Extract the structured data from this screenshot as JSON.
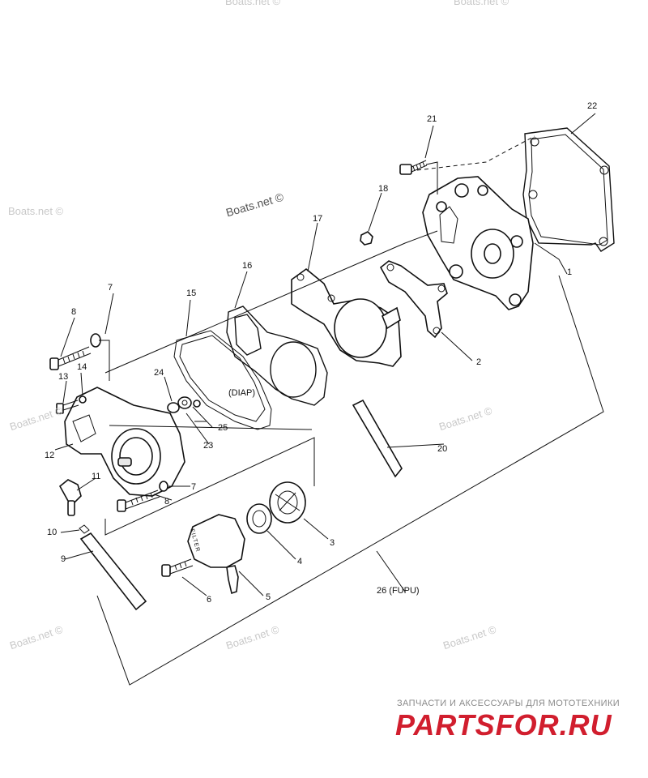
{
  "watermarks": [
    "Boats.net ©",
    "Boats.net ©",
    "Boats.net ©",
    "Boats.net ©",
    "Boats.net ©",
    "Boats.net ©",
    "Boats.net ©",
    "Boats.net ©",
    "Boats.net ©"
  ],
  "callouts": {
    "c1": "1",
    "c2": "2",
    "c3": "3",
    "c4": "4",
    "c5": "5",
    "c6": "6",
    "c7a": "7",
    "c7b": "7",
    "c8a": "8",
    "c8b": "8",
    "c9": "9",
    "c10": "10",
    "c11": "11",
    "c12": "12",
    "c13": "13",
    "c14": "14",
    "c15": "15",
    "c16": "16",
    "c17": "17",
    "c18": "18",
    "c20": "20",
    "c21": "21",
    "c22": "22",
    "c23": "23",
    "c24": "24",
    "c25": "25",
    "c26": "26 (FUPU)"
  },
  "annotations": {
    "diap": "(DIAP)",
    "filter": "FILTER"
  },
  "footer": {
    "subtitle": "ЗАПЧАСТИ И АКСЕССУАРЫ ДЛЯ МОТОТЕХНИКИ",
    "logo": "PARTSFOR.RU"
  },
  "colors": {
    "logo": "#d11e2e",
    "line": "#111111",
    "watermark": "#c9c9c9"
  }
}
